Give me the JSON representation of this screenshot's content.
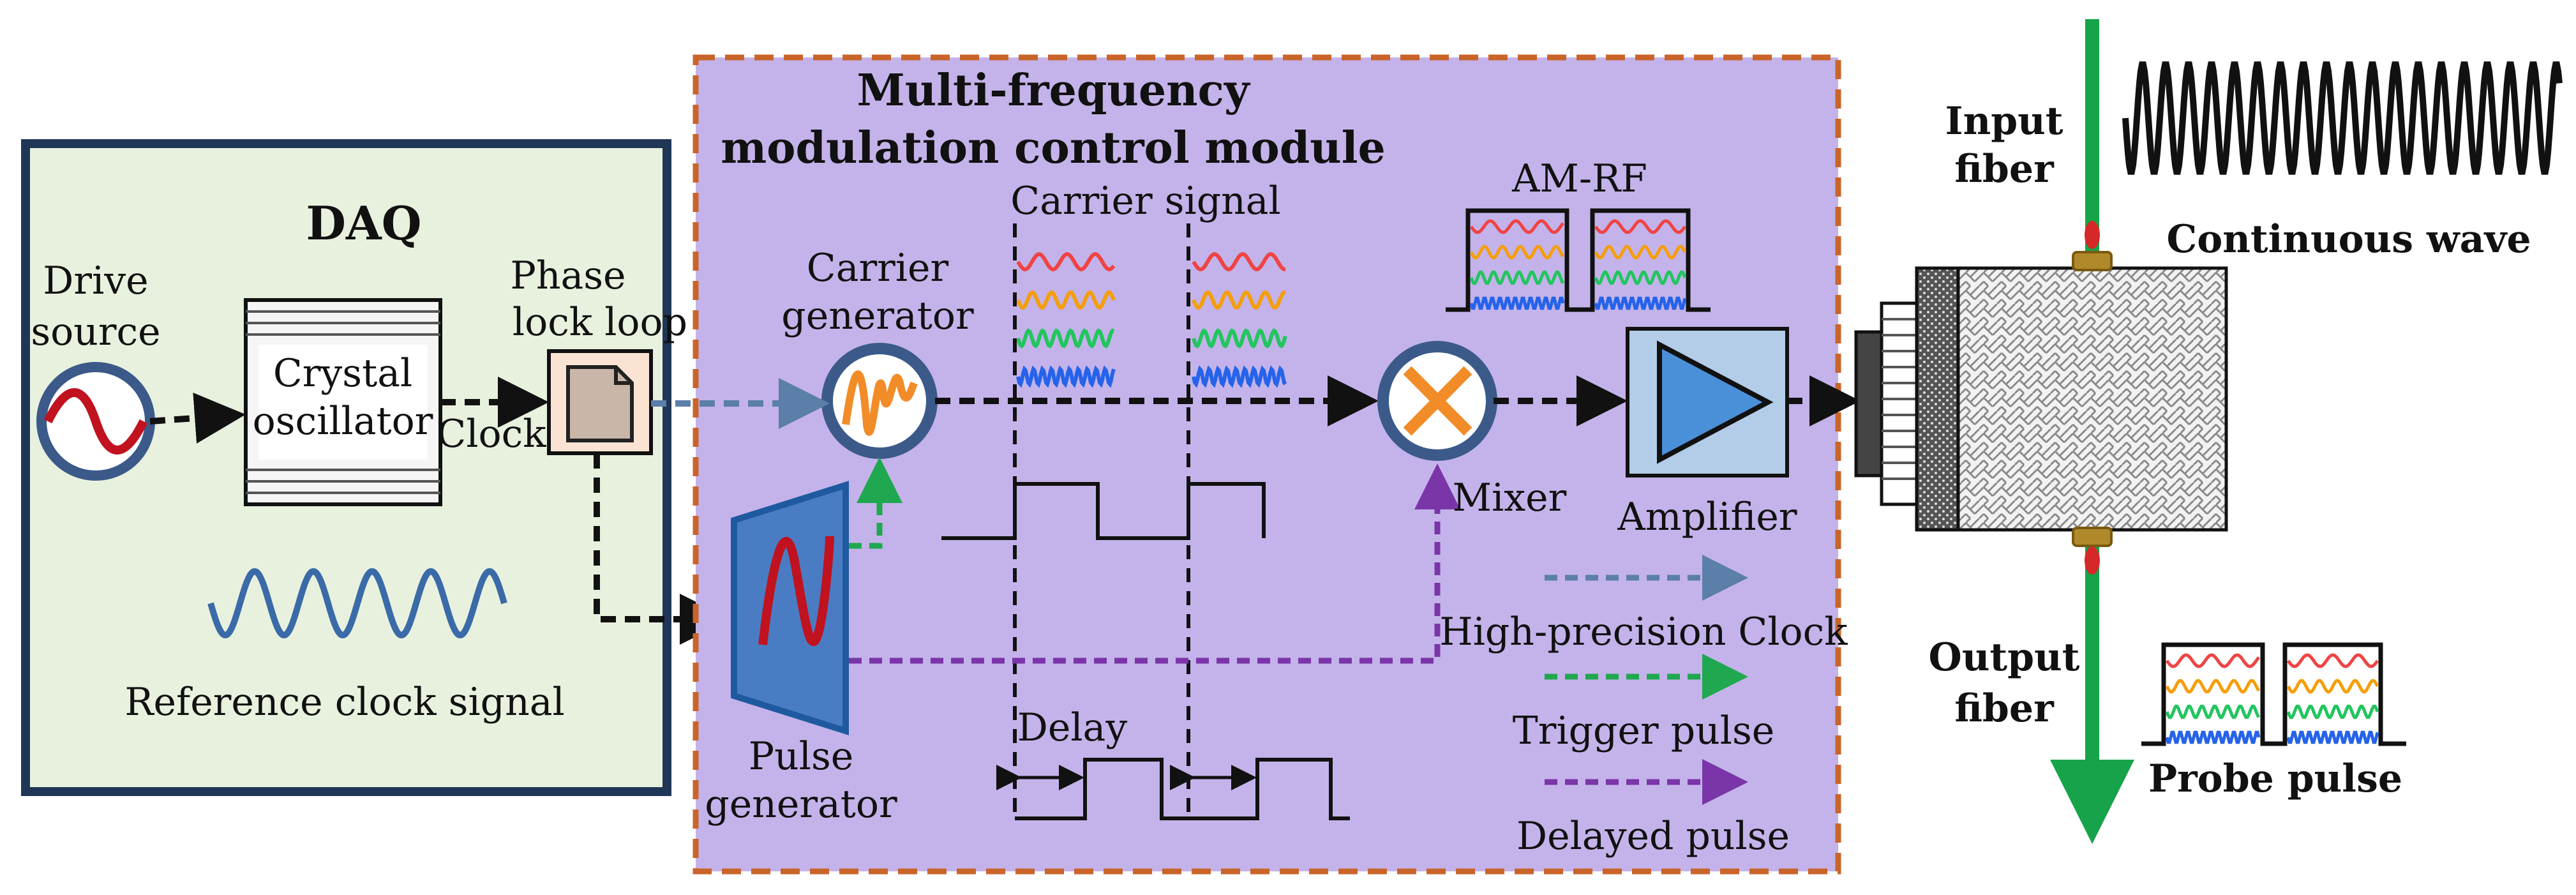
{
  "labels": {
    "daq_title": "DAQ",
    "drive_source_l1": "Drive",
    "drive_source_l2": "source",
    "crystal_l1": "Crystal",
    "crystal_l2": "oscillator",
    "pll_l1": "Phase",
    "pll_l2": "lock loop",
    "clock": "Clock",
    "reference_clock": "Reference clock signal",
    "module_l1": "Multi-frequency",
    "module_l2": "modulation control module",
    "carrier_signal": "Carrier signal",
    "carrier_gen_l1": "Carrier",
    "carrier_gen_l2": "generator",
    "pulse_gen_l1": "Pulse",
    "pulse_gen_l2": "generator",
    "delay": "Delay",
    "am_rf": "AM-RF",
    "mixer": "Mixer",
    "amplifier": "Amplifier",
    "input_fiber_l1": "Input",
    "input_fiber_l2": "fiber",
    "output_fiber_l1": "Output",
    "output_fiber_l2": "fiber",
    "continuous_wave": "Continuous wave",
    "probe_pulse": "Probe pulse"
  },
  "legend": [
    {
      "label": "High-precision Clock",
      "color": "#5b7fa8"
    },
    {
      "label": "Trigger pulse",
      "color": "#1fa84f"
    },
    {
      "label": "Delayed pulse",
      "color": "#7a35a8"
    }
  ],
  "colors": {
    "daq_bg": "#e8f1de",
    "daq_border": "#1f3657",
    "module_bg": "#c4b3ea",
    "module_border": "#c9642a",
    "fiber": "#16a34a",
    "signal_red": "#ef4444",
    "signal_orange": "#f59e0b",
    "signal_green": "#22c55e",
    "signal_blue": "#2563eb",
    "icon_ring": "#3b5a8a",
    "amplifier": "#4a90d9"
  },
  "icons": [
    "sine-source-icon",
    "crystal-oscillator-icon",
    "document-icon",
    "wave-icon",
    "multiply-icon",
    "triangle-amplifier-icon",
    "trapezoid-sine-icon",
    "fiber-module-icon"
  ]
}
